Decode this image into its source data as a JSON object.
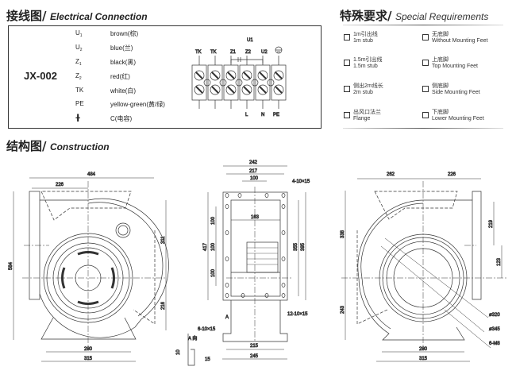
{
  "electrical": {
    "title_cn": "接线图/",
    "title_en": "Electrical Connection",
    "model": "JX-002",
    "legend": [
      {
        "code": "U",
        "sub": "1",
        "color": "brown(棕)"
      },
      {
        "code": "U",
        "sub": "2",
        "color": "blue(兰)"
      },
      {
        "code": "Z",
        "sub": "1",
        "color": "black(黑)"
      },
      {
        "code": "Z",
        "sub": "2",
        "color": "red(红)"
      },
      {
        "code": "TK",
        "sub": "",
        "color": "white(白)"
      },
      {
        "code": "PE",
        "sub": "",
        "color": "yellow-green(黄/绿)"
      },
      {
        "code": "capacitor-icon",
        "sub": "",
        "color": "C(电容)"
      }
    ],
    "terminal_top": [
      "TK",
      "TK",
      "Z1",
      "Z2",
      "U2",
      "ground-icon"
    ],
    "terminal_top_extra": "U1",
    "terminal_bottom": [
      "L",
      "N",
      "PE"
    ]
  },
  "special": {
    "title_cn": "特殊要求/",
    "title_en": "Special Requirements",
    "options": [
      {
        "cn": "1m引出线",
        "en": "1m stub"
      },
      {
        "cn": "无底脚",
        "en": "Without Mounting Feet"
      },
      {
        "cn": "1.5m引出线",
        "en": "1.5m stub"
      },
      {
        "cn": "上底脚",
        "en": "Top Mounting Feet"
      },
      {
        "cn": "侧出2m线长",
        "en": "2m stub"
      },
      {
        "cn": "侧底脚",
        "en": "Side Mounting Feet"
      },
      {
        "cn": "出风口法兰",
        "en": "Flange"
      },
      {
        "cn": "下底脚",
        "en": "Lower Mounting Feet"
      }
    ]
  },
  "construction": {
    "title_cn": "结构图/",
    "title_en": "Construction",
    "left_view": {
      "w484": "484",
      "w226": "226",
      "h584": "584",
      "h311": "311",
      "h216": "216",
      "f280": "280",
      "f315": "315"
    },
    "mid_view": {
      "w242": "242",
      "w217": "217",
      "w100": "100",
      "w163": "163",
      "h417": "417",
      "p1": "100",
      "p2": "100",
      "p3": "100",
      "h355": "355",
      "h395": "395",
      "holes_top": "4-10×15",
      "holes_side": "12-10×15",
      "holes_foot": "6-10×15",
      "a_mark": "A",
      "a_view": "A 向",
      "d10": "10",
      "d15": "15",
      "f215": "215",
      "f245": "245"
    },
    "right_view": {
      "w262": "262",
      "w226": "226",
      "h338": "338",
      "h243": "243",
      "h219": "219",
      "h123": "123",
      "d320": "ø320",
      "d345": "ø345",
      "m8": "6-M8",
      "f280": "280",
      "f315": "315"
    }
  }
}
